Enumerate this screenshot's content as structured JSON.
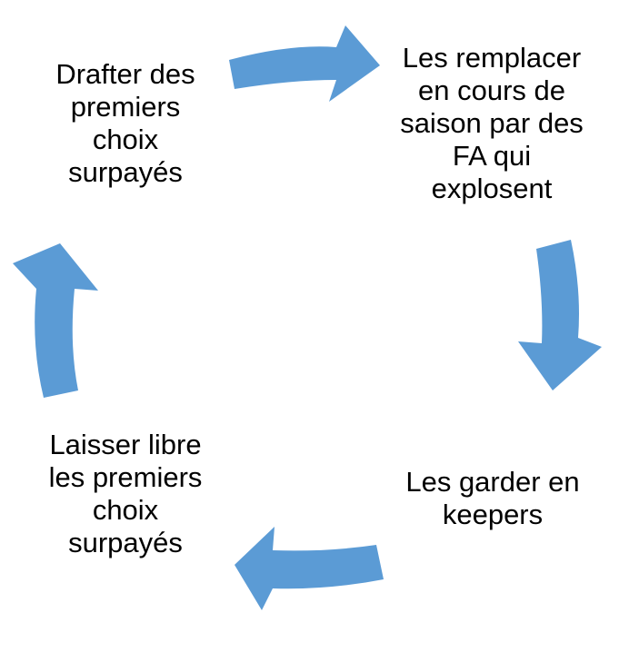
{
  "diagram": {
    "type": "cycle",
    "arrow_color": "#5B9BD5",
    "text_color": "#000000",
    "nodes": [
      {
        "id": "drafter",
        "text": "Drafter des\npremiers\nchoix\nsurpayés"
      },
      {
        "id": "remplacer",
        "text": "Les remplacer\nen  cours de\nsaison par des\nFA qui\nexplosent"
      },
      {
        "id": "garder",
        "text": "Les garder en\nkeepers"
      },
      {
        "id": "laisser",
        "text": "Laisser libre\nles premiers\nchoix\nsurpayés"
      }
    ],
    "edges": [
      {
        "from": "drafter",
        "to": "remplacer"
      },
      {
        "from": "remplacer",
        "to": "garder"
      },
      {
        "from": "garder",
        "to": "laisser"
      },
      {
        "from": "laisser",
        "to": "drafter"
      }
    ]
  }
}
